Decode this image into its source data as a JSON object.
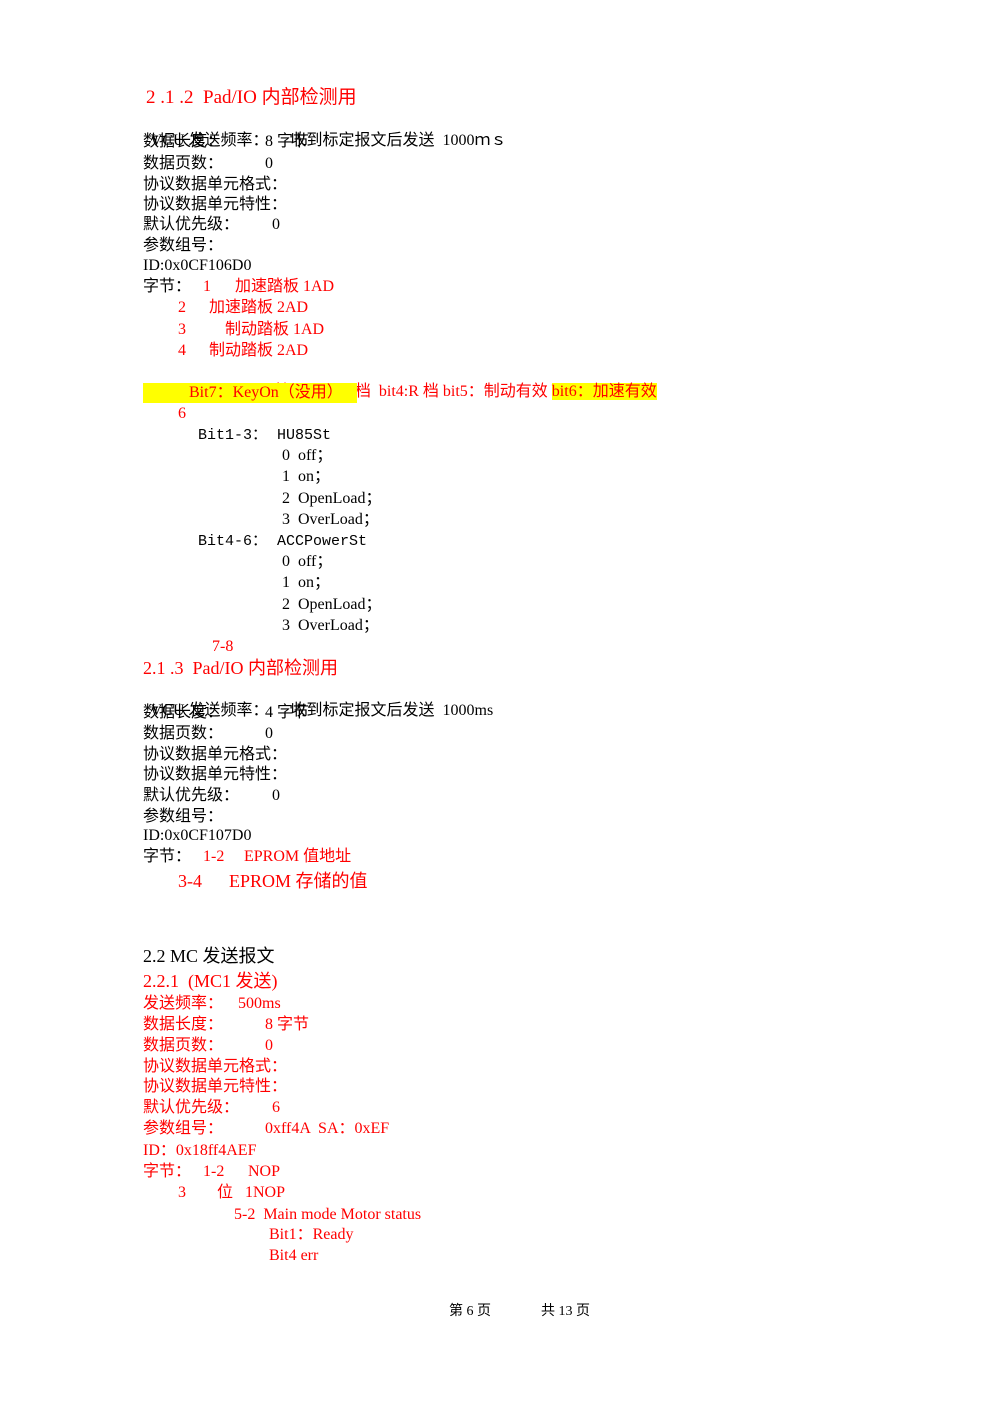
{
  "colors": {
    "text": "#000000",
    "accent_red": "#ff0000",
    "highlight": "#ffff00"
  },
  "sec_2_1_2": {
    "heading": "2 .1 .2  Pad/IO 内部检测用",
    "vcu_freq_label": "VCU 发送频率：",
    "vcu_freq_value": "收到标定报文后发送  1000ｍｓ",
    "len_label": "数据长度：",
    "len_value": "8 字节",
    "pages_label": "数据页数：",
    "pages_value": "0",
    "pdu_format": "协议数据单元格式：",
    "pdu_specific": "协议数据单元特性：",
    "priority_label": "默认优先级：",
    "priority_value": "0",
    "pgn_label": "参数组号：",
    "id": "ID:0x0CF106D0",
    "bytes_label": "字节：",
    "b1_num": "1",
    "b1_text": "加速踏板 1AD",
    "b2_num": "2",
    "b2_text": "加速踏板 2AD",
    "b3_num": "3",
    "b3_text": "制动踏板 1AD",
    "b4_num": "4",
    "b4_text": "制动踏板 2AD",
    "b5_text": "5：  bit1：N 档  bit2：D 档  bit4:R 档 bit5：制动有效 ",
    "b5_hl": "bit6：加速有效",
    "b5_line2": "Bit7：KeyOn（没用）",
    "b6_num": "6",
    "bit13_label": "Bit1-3：",
    "bit13_name": "HU85St",
    "bit13_vals": [
      "0  off；",
      "1  on；",
      "2  OpenLoad；",
      "3  OverLoad；"
    ],
    "bit46_label": "Bit4-6：",
    "bit46_name": "ACCPowerSt",
    "bit46_vals": [
      "0  off；",
      "1  on；",
      "2  OpenLoad；",
      "3  OverLoad；"
    ],
    "b78": "7-8"
  },
  "sec_2_1_3": {
    "heading": "2.1 .3  Pad/IO 内部检测用",
    "vcu_freq_label": "VCU 发送频率：",
    "vcu_freq_value": "收到标定报文后发送  1000ms",
    "len_label": "数据长度：",
    "len_value": "4 字节",
    "pages_label": "数据页数：",
    "pages_value": "0",
    "pdu_format": "协议数据单元格式：",
    "pdu_specific": "协议数据单元特性：",
    "priority_label": "默认优先级：",
    "priority_value": "0",
    "pgn_label": "参数组号：",
    "id": "ID:0x0CF107D0",
    "bytes_label": "字节：",
    "b12_num": "1-2",
    "b12_text": "EPROM 值地址",
    "b34_num": "3-4",
    "b34_text": "EPROM 存储的值"
  },
  "sec_2_2": {
    "heading": "2.2 MC 发送报文",
    "sub_heading": "2.2.1  (MC1 发送)",
    "freq_label": "发送频率：",
    "freq_value": "500ms",
    "len_label": "数据长度：",
    "len_value": "8 字节",
    "pages_label": "数据页数：",
    "pages_value": "0",
    "pdu_format": "协议数据单元格式：",
    "pdu_specific": "协议数据单元特性：",
    "priority_label": "默认优先级：",
    "priority_value": "6",
    "pgn_label": "参数组号：",
    "pgn_value": "0xff4A  SA：0xEF",
    "id": "ID：0x18ff4AEF",
    "bytes_label": "字节：",
    "b12_num": "1-2",
    "b12_text": "NOP",
    "b3_num": "3",
    "b3_text": "位   1NOP",
    "b52": "5-2  Main mode Motor status",
    "bit1": "Bit1：Ready",
    "bit4": "Bit4 err"
  },
  "footer": {
    "page": "第 6 页",
    "total": "共 13 页"
  }
}
